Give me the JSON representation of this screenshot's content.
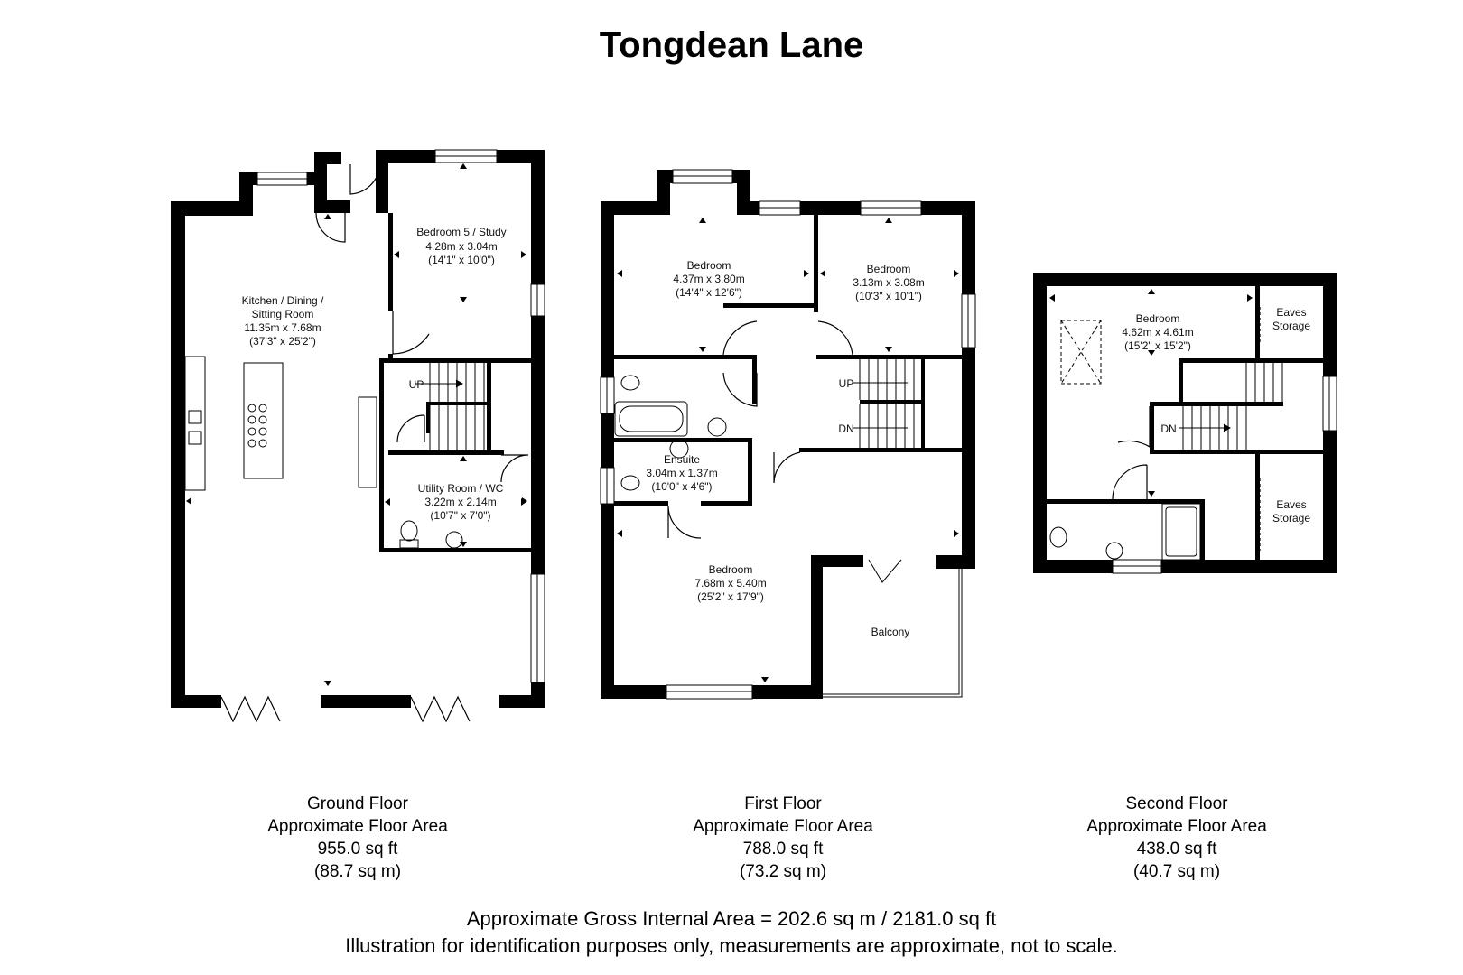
{
  "title": "Tongdean Lane",
  "floors": [
    {
      "name": "Ground Floor",
      "area_label": "Approximate Floor Area",
      "sq_ft": "955.0 sq ft",
      "sq_m": "(88.7 sq m)",
      "rooms": [
        {
          "lines": [
            "Kitchen / Dining /",
            "Sitting Room",
            "11.35m x 7.68m",
            "(37'3\" x 25'2\")"
          ]
        },
        {
          "lines": [
            "Bedroom 5 / Study",
            "4.28m x 3.04m",
            "(14'1\" x 10'0\")"
          ]
        },
        {
          "lines": [
            "Utility Room / WC",
            "3.22m x 2.14m",
            "(10'7\" x 7'0\")"
          ]
        }
      ],
      "stair_labels": [
        "UP"
      ]
    },
    {
      "name": "First Floor",
      "area_label": "Approximate Floor Area",
      "sq_ft": "788.0 sq ft",
      "sq_m": "(73.2 sq m)",
      "rooms": [
        {
          "lines": [
            "Bedroom",
            "4.37m x 3.80m",
            "(14'4\" x 12'6\")"
          ]
        },
        {
          "lines": [
            "Bedroom",
            "3.13m x 3.08m",
            "(10'3\" x 10'1\")"
          ]
        },
        {
          "lines": [
            "Ensuite",
            "3.04m x 1.37m",
            "(10'0\" x 4'6\")"
          ]
        },
        {
          "lines": [
            "Bedroom",
            "7.68m x 5.40m",
            "(25'2\" x 17'9\")"
          ]
        },
        {
          "lines": [
            "Balcony"
          ]
        }
      ],
      "stair_labels": [
        "UP",
        "DN"
      ]
    },
    {
      "name": "Second Floor",
      "area_label": "Approximate Floor Area",
      "sq_ft": "438.0 sq ft",
      "sq_m": "(40.7 sq m)",
      "rooms": [
        {
          "lines": [
            "Bedroom",
            "4.62m x 4.61m",
            "(15'2\" x 15'2\")"
          ]
        },
        {
          "lines": [
            "Eaves",
            "Storage"
          ]
        },
        {
          "lines": [
            "Eaves",
            "Storage"
          ]
        }
      ],
      "stair_labels": [
        "DN"
      ]
    }
  ],
  "gross_area": "Approximate Gross Internal Area = 202.6 sq m / 2181.0 sq ft",
  "disclaimer": "Illustration for identification purposes only, measurements are approximate, not to scale."
}
